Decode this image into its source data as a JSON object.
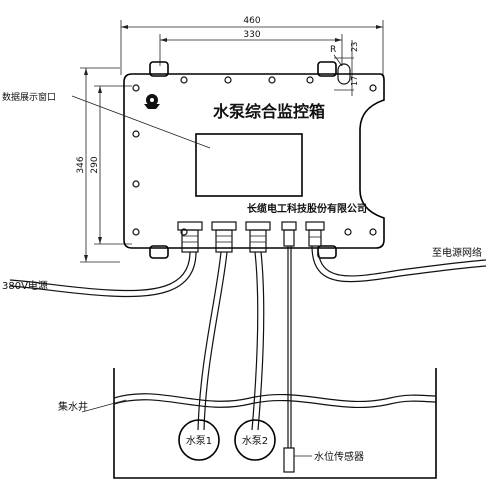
{
  "dimensions": {
    "overall_width": "460",
    "inner_width": "330",
    "overall_height": "346",
    "inner_height": "290",
    "radius_label": "R",
    "slot_height": "23",
    "slot_width": "17"
  },
  "box": {
    "title": "水泵综合监控箱",
    "company": "长缆电工科技股份有限公司"
  },
  "labels": {
    "display_window": "数据展示窗口",
    "power_380v": "380V电源",
    "to_grid": "至电源网络",
    "sump": "集水井",
    "pump1": "水泵1",
    "pump2": "水泵2",
    "level_sensor": "水位传感器"
  }
}
